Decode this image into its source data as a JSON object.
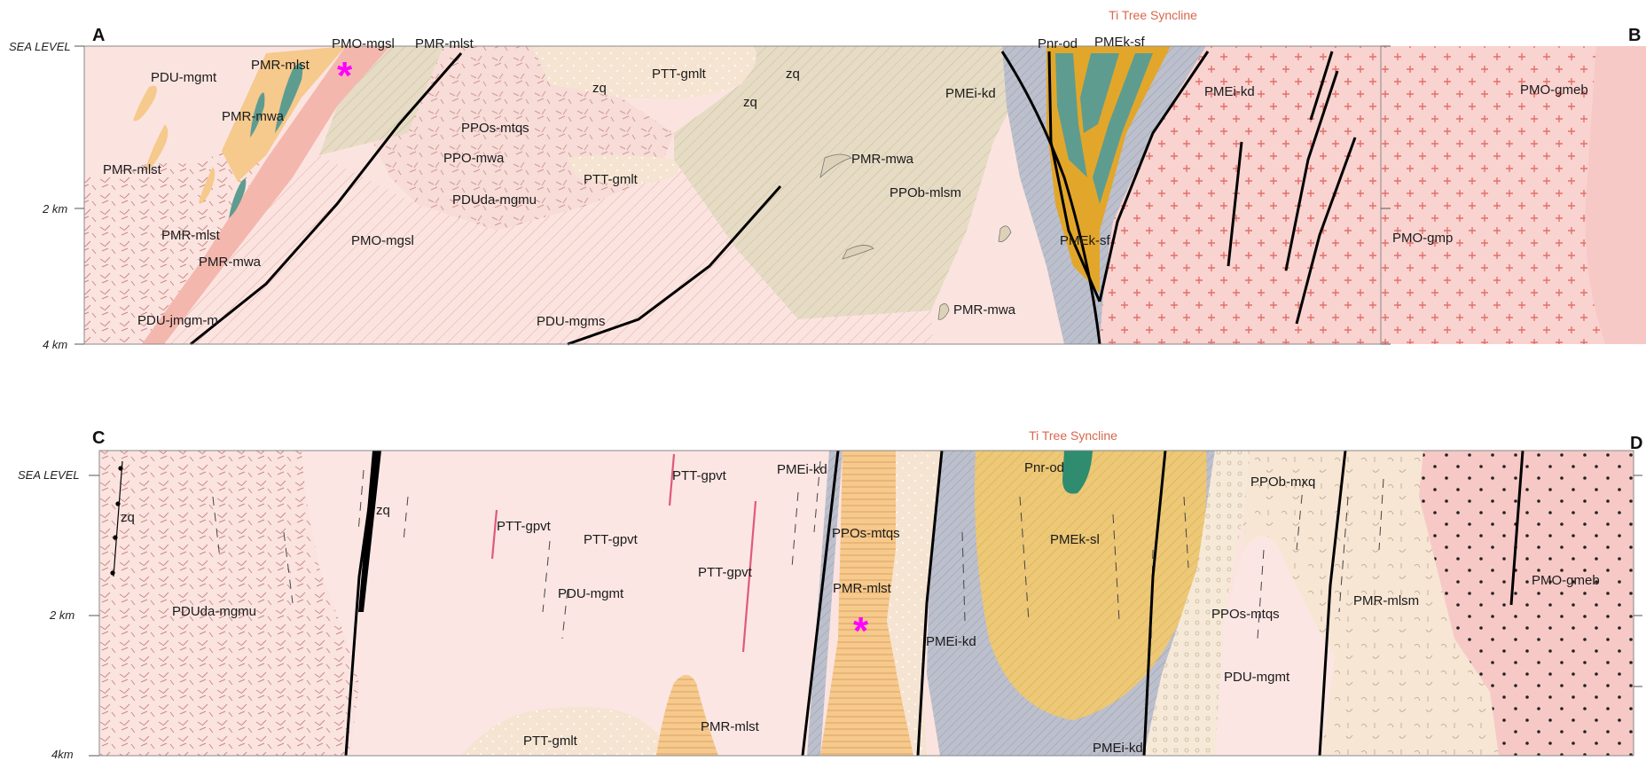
{
  "colors": {
    "syncline_title": "#d9664a",
    "sample_marker": "#ff00ff",
    "fault": "#000000",
    "dyke": "#e05a7a",
    "unit_fills": {
      "PDU": "#fbe4e0",
      "PMR_mlst": "#f6c98c",
      "PMR_mwa": "#5e9c90",
      "PMO_mgsl": "#f4b7ad",
      "PPO": "#ddd2b7",
      "PTT": "#f6e4d2",
      "PMEk": "#e2a72a",
      "PMEi_kd": "#bcbfcc",
      "PMO_gmp": "#f9d3d0",
      "Pnr_od": "#2f8c6f",
      "PPOb_mxq": "#f6e9d8",
      "PMO_gmeb": "#f6c9c6"
    }
  },
  "section_ab": {
    "endpoint_left": "A",
    "endpoint_right": "B",
    "syncline_title": "Ti Tree Syncline",
    "sea_level_label": "SEA LEVEL",
    "depth_labels": [
      "2 km",
      "4 km"
    ],
    "sample_marker": "*",
    "labels": {
      "pdu_mgmt": "PDU-mgmt",
      "pmr_mlst_top": "PMR-mlst",
      "pmo_mgsl_top": "PMO-mgsl",
      "pmr_mlst_top2": "PMR-mlst",
      "pmr_mwa_1": "PMR-mwa",
      "pmr_mlst_left": "PMR-mlst",
      "pmr_mlst_mid": "PMR-mlst",
      "pmr_mwa_2": "PMR-mwa",
      "pmo_mgsl_low": "PMO-mgsl",
      "pdu_jmgm": "PDU-jmgm-m",
      "ppos_mtqs": "PPOs-mtqs",
      "ppo_mwa": "PPO-mwa",
      "pduda_mgmu": "PDUda-mgmu",
      "ptt_gmlt_top": "PTT-gmlt",
      "ptt_gmlt_mid": "PTT-gmlt",
      "zq_1": "zq",
      "zq_2": "zq",
      "zq_3": "zq",
      "pdu_mgms": "PDU-mgms",
      "pmr_mwa_3": "PMR-mwa",
      "ppob_mlsm": "PPOb-mlsm",
      "pmr_mwa_4": "PMR-mwa",
      "pmei_kd_left": "PMEi-kd",
      "pnr_od": "Pnr-od",
      "pmek_sf_top": "PMEk-sf",
      "pmek_sf_low": "PMEk-sf",
      "pmei_kd_right": "PMEi-kd",
      "pmo_gmp": "PMO-gmp",
      "pmo_gmeb": "PMO-gmeb"
    }
  },
  "section_cd": {
    "endpoint_left": "C",
    "endpoint_right": "D",
    "syncline_title": "Ti Tree Syncline",
    "sea_level_label": "SEA LEVEL",
    "depth_labels": [
      "2 km",
      "4km"
    ],
    "sample_marker": "*",
    "labels": {
      "zq_left": "zq",
      "pduda_mgmu": "PDUda-mgmu",
      "zq_fault": "zq",
      "ptt_gpvt_1": "PTT-gpvt",
      "ptt_gpvt_2": "PTT-gpvt",
      "ptt_gpvt_3": "PTT-gpvt",
      "ptt_gpvt_4": "PTT-gpvt",
      "pdu_mgmt": "PDU-mgmt",
      "ptt_gmlt": "PTT-gmlt",
      "pmr_mlst_low": "PMR-mlst",
      "pmei_kd_top": "PMEi-kd",
      "ppos_mtqs": "PPOs-mtqs",
      "pmr_mlst": "PMR-mlst",
      "pmei_kd_mid": "PMEi-kd",
      "pnr_od": "Pnr-od",
      "pmek_sl": "PMEk-sl",
      "pmei_kd_bottom": "PMEi-kd",
      "ppob_mxq": "PPOb-mxq",
      "ppos_mtqs_right": "PPOs-mtqs",
      "pdu_mgmt_right": "PDU-mgmt",
      "pmr_mlsm": "PMR-mlsm",
      "pmo_gmeb": "PMO-gmeb"
    }
  }
}
